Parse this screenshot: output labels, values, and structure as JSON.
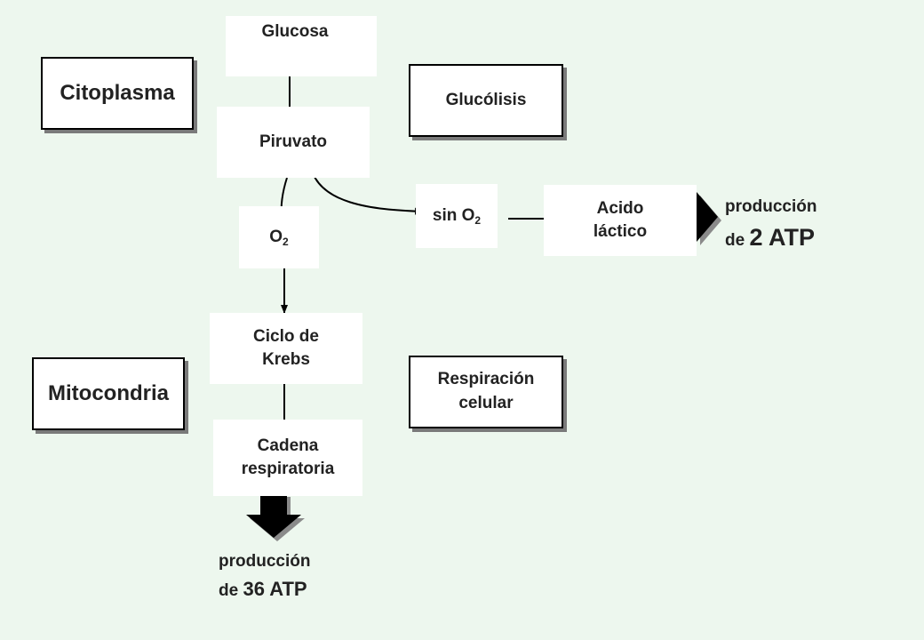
{
  "nodes": {
    "glucosa": "Glucosa",
    "piruvato": "Piruvato",
    "o2": {
      "base": "O",
      "sub": "2"
    },
    "sin_o2": {
      "base": "sin O",
      "sub": "2"
    },
    "acido_line1": "Acido",
    "acido_line2": "láctico",
    "ciclo_line1": "Ciclo de",
    "ciclo_line2": "Krebs",
    "cadena_line1": "Cadena",
    "cadena_line2": "respiratoria"
  },
  "labels": {
    "citoplasma": "Citoplasma",
    "mitocondria": "Mitocondria",
    "glucolisis": "Glucólisis",
    "respiracion_line1": "Respiración",
    "respiracion_line2": "celular"
  },
  "production": {
    "anaerobic_line1": "producción",
    "anaerobic_prefix": "de",
    "anaerobic_amount": "2 ATP",
    "aerobic_line1": "producción",
    "aerobic_prefix": "de",
    "aerobic_amount": "36 ATP"
  },
  "colors": {
    "background": "#edf7ee",
    "box_fill": "#ffffff",
    "shadow": "#7a7a7a",
    "arrow": "#000000"
  }
}
